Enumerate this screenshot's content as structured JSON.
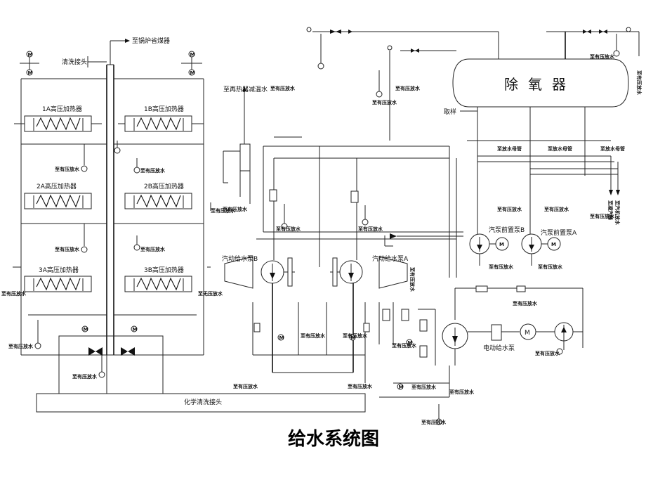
{
  "diagram": {
    "title": "给水系统图",
    "deaerator_label": "除氧器",
    "sampling_label": "取样",
    "to_economizer": "至锅炉省煤器",
    "flush_connection": "清洗接头",
    "to_reheater_desuperheat": "至再热器减温水",
    "chem_clean_connection": "化学清洗接头",
    "heaters": {
      "h1a": "1A高压加热器",
      "h1b": "1B高压加热器",
      "h2a": "2A高压加热器",
      "h2b": "2B高压加热器",
      "h3a": "3A高压加热器",
      "h3b": "3B高压加热器"
    },
    "pumps": {
      "turbine_pump_b": "汽动给水泵B",
      "turbine_pump_a": "汽动给水泵A",
      "booster_b": "汽泵前置泵B",
      "booster_a": "汽泵前置泵A",
      "electric_pump": "电动给水泵",
      "motor_symbol": "M"
    },
    "drains": {
      "hp_drain": "至有压放水",
      "noreturn_drain": "至无压放水",
      "drain_header": "至放水母管"
    },
    "vertical_labels": {
      "v1": "至凝汽器",
      "v2": "至汽机放水"
    }
  }
}
